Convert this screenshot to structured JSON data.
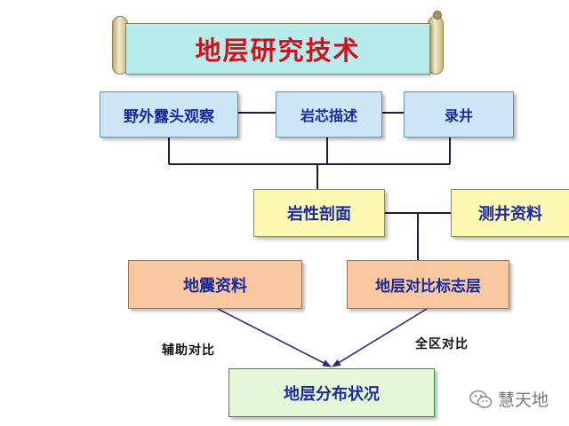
{
  "title": "地层研究技术",
  "nodes": {
    "field_outcrop": "野外露头观察",
    "core_description": "岩芯描述",
    "well_logging": "录井",
    "lithologic_profile": "岩性剖面",
    "well_log_data": "测井资料",
    "seismic_data": "地震资料",
    "stratigraphic_marker": "地层对比标志层",
    "stratigraphic_distribution": "地层分布状况"
  },
  "edge_labels": {
    "auxiliary_comparison": "辅助对比",
    "full_area_comparison": "全区对比"
  },
  "watermark": "慧天地",
  "colors": {
    "title_text": "#c9141f",
    "scroll_background": "#b7ecea",
    "node_text": "#1a2a9a",
    "blue_box": "#cce6f6",
    "yellow_box": "#fbf8b4",
    "orange_box": "#f9c8a1",
    "green_box": "#e6f7d7",
    "line": "#1a1a4a",
    "arrow": "#2b2b7a"
  },
  "icons": [
    "scroll-icon",
    "wechat-icon"
  ]
}
